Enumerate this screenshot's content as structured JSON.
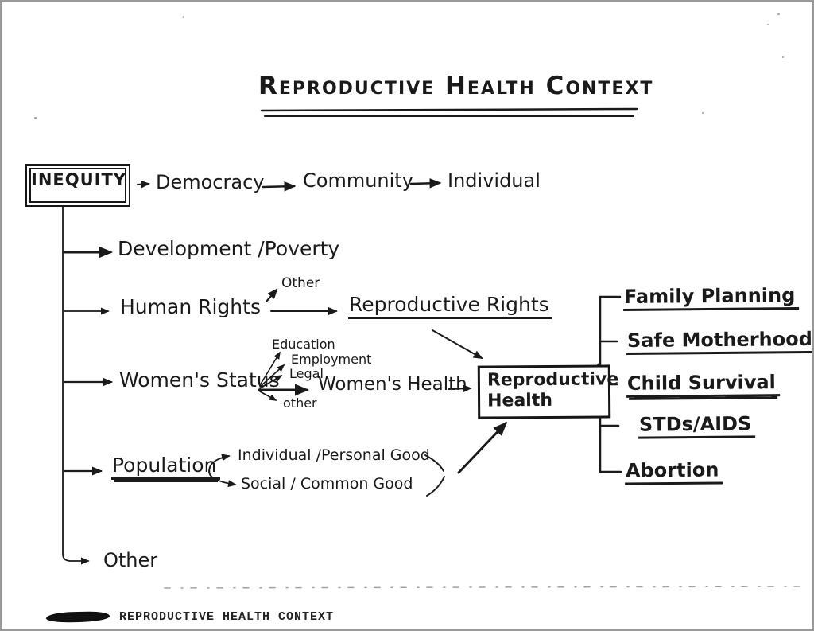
{
  "page": {
    "title": "Reproductive Health Context",
    "footer_caption": "REPRODUCTIVE HEALTH CONTEXT"
  },
  "root": {
    "label": "INEQUITY"
  },
  "chain": {
    "items": [
      "Democracy",
      "Community",
      "Individual"
    ]
  },
  "branches": {
    "development": {
      "label": "Development /Poverty"
    },
    "human_rights": {
      "label": "Human Rights",
      "other": "Other",
      "leads_to": "Reproductive Rights"
    },
    "womens_status": {
      "label": "Women's Status",
      "factors": [
        "Education",
        "Employment",
        "Legal",
        "other"
      ],
      "leads_to": "Women's Health"
    },
    "population": {
      "label": "Population",
      "goods": [
        "Individual /Personal Good",
        "Social / Common Good"
      ]
    },
    "other": {
      "label": "Other"
    }
  },
  "center_box": {
    "line1": "Reproductive",
    "line2": "Health"
  },
  "outcomes": [
    "Family Planning",
    "Safe Motherhood",
    "Child Survival",
    "STDs/AIDS",
    "Abortion"
  ],
  "colors": {
    "ink": "#1a1a1a",
    "paper": "#ffffff",
    "frame": "#9a9a9a"
  }
}
